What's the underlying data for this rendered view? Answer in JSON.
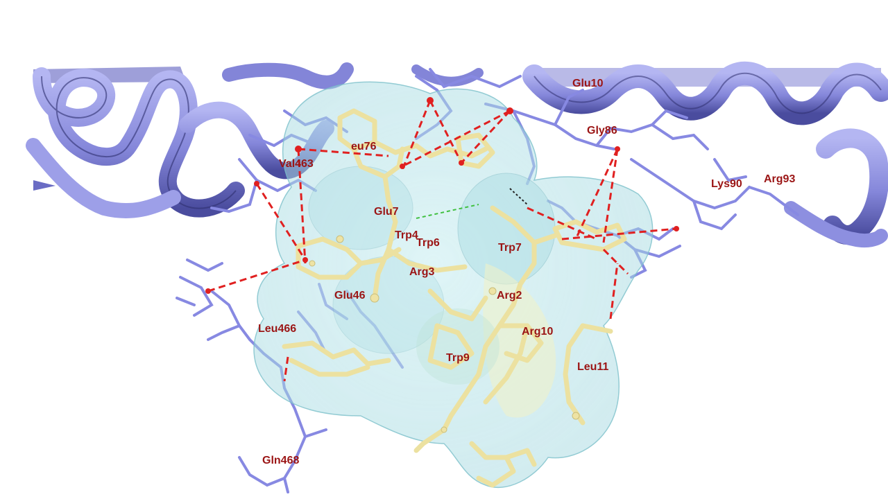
{
  "scene": {
    "description_visible_text": "",
    "colors": {
      "ribbon": "#8d8fe0",
      "ribbon_dark": "#3f418f",
      "receptor_sticks": "#8c8ee4",
      "ligand_sticks": "#eee3a4",
      "surface": "#bfe6ec",
      "hbond": "#e02020",
      "label": "#9b1515"
    }
  },
  "labels": {
    "glu10x": "Glu10",
    "gly86": "Gly86",
    "leu76": "eu76",
    "val463": "Val463",
    "lys90": "Lys90",
    "arg93": "Arg93",
    "glu7": "Glu7",
    "trp4": "Trp4",
    "trp6": "Trp6",
    "trp7": "Trp7",
    "arg3": "Arg3",
    "glu46x": "Glu46",
    "arg2": "Arg2",
    "arg10": "Arg10",
    "leu466": "Leu466",
    "trp9": "Trp9",
    "leu11": "Leu11",
    "gln468": "Gln468"
  }
}
